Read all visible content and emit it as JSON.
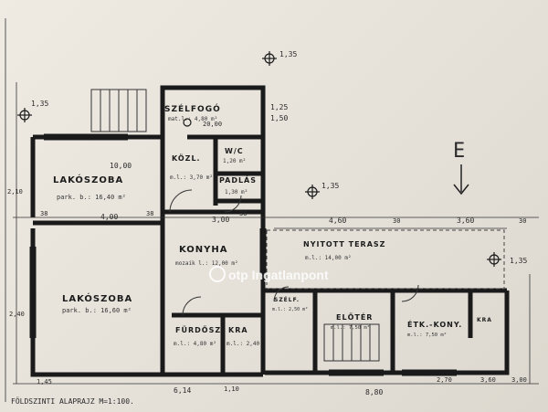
{
  "rooms": {
    "szelfogo_name": "SZÉLFOGÓ",
    "szelfogo_area": "mat.l.: 4,80 m²",
    "kozl_name": "KÖZL.",
    "kozl_area": "m.l.: 3,70 m²",
    "wc_name": "W/C",
    "wc_area": "1,20 m²",
    "padlas_name": "PADLÁS",
    "padlas_area": "1,30 m²",
    "lakoszoba1_name": "LAKÓSZOBA",
    "lakoszoba1_area": "park. b.: 16,40 m²",
    "lakoszoba2_name": "LAKÓSZOBA",
    "lakoszoba2_area": "park. b.: 16,60 m²",
    "konyha_name": "KONYHA",
    "konyha_area": "mozaik l.: 12,00 m²",
    "furdo_name": "FÜRDŐSZ.",
    "furdo_area": "m.l.: 4,80 m²",
    "kamra_name": "KRA",
    "kamra_area": "m.l.: 2,40",
    "terasz_name": "NYITOTT TERASZ",
    "terasz_area": "m.l.: 14,00 m²",
    "szelfogo2_name": "SZÉLF.",
    "szelfogo2_area": "m.l.: 2,50 m²",
    "eloter_name": "ELŐTÉR",
    "eloter_area": "m.l.: 7,50 m²",
    "etkezo_name": "ÉTK.-KONY.",
    "etkezo_area": "m.l.: 7,50 m²",
    "kra2_name": "KRA"
  },
  "dims": {
    "d_135a": "1,35",
    "d_135b": "1,35",
    "d_135c": "1,35",
    "d_135d": "1,35",
    "d_125": "1,25",
    "d_150": "1,50",
    "d_2000": "20,00",
    "d_1000": "10,00",
    "d_400": "4,00",
    "d_300": "3,00",
    "d_460": "4,60",
    "d_360": "3,60",
    "d_38a": "38",
    "d_38b": "38",
    "d_38c": "38",
    "d_30a": "30",
    "d_30b": "30",
    "d_614": "6,14",
    "d_880": "8,80",
    "d_270": "2,70",
    "d_360b": "3,60",
    "d_300b": "3,00",
    "d_210": "2,10",
    "d_240": "2,40",
    "d_145": "1,45",
    "d_110": "1,10"
  },
  "compass": {
    "letter": "E"
  },
  "caption": "FÖLDSZINTI ALAPRAJZ  M=1:100.",
  "watermark": "otp Ingatlanpont"
}
